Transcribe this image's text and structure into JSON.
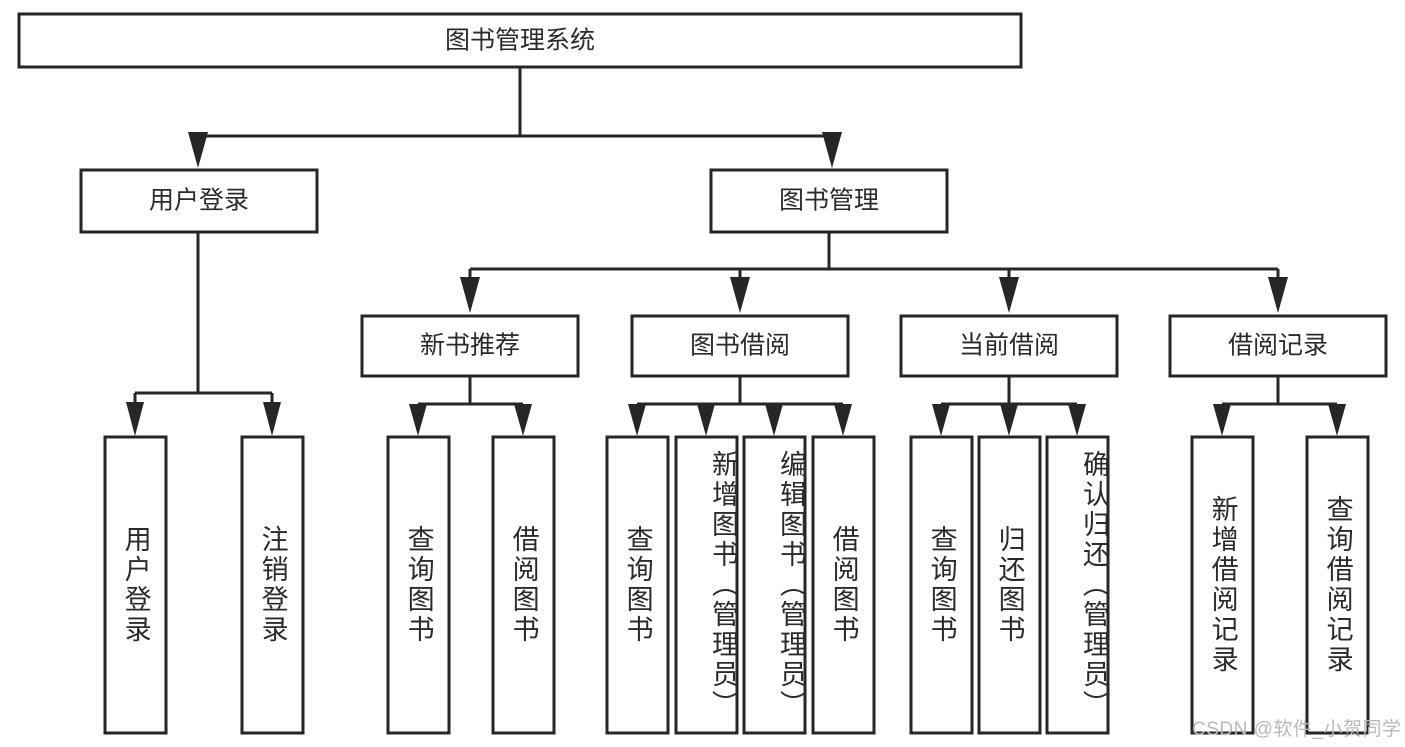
{
  "diagram": {
    "type": "tree-hierarchy",
    "title": "图书管理系统",
    "orientation": "top-down",
    "colors": {
      "box_stroke": "#262626",
      "box_fill": "#ffffff",
      "text": "#2b2b2b",
      "connector": "#262626",
      "background": "#ffffff",
      "watermark": "#b9b9b9"
    },
    "root": {
      "id": "root",
      "label": "图书管理系统",
      "orientation": "horizontal"
    },
    "level2": [
      {
        "id": "user-login",
        "label": "用户登录",
        "orientation": "horizontal"
      },
      {
        "id": "book-manage",
        "label": "图书管理",
        "orientation": "horizontal"
      }
    ],
    "level3": [
      {
        "id": "new-book-recommend",
        "label": "新书推荐",
        "parent": "book-manage",
        "orientation": "horizontal"
      },
      {
        "id": "book-borrow",
        "label": "图书借阅",
        "parent": "book-manage",
        "orientation": "horizontal"
      },
      {
        "id": "current-borrow",
        "label": "当前借阅",
        "parent": "book-manage",
        "orientation": "horizontal"
      },
      {
        "id": "borrow-record",
        "label": "借阅记录",
        "parent": "book-manage",
        "orientation": "horizontal"
      }
    ],
    "leaves": [
      {
        "id": "leaf-user-login",
        "label": "用户登录",
        "parent": "user-login",
        "orientation": "vertical"
      },
      {
        "id": "leaf-user-logout",
        "label": "注销登录",
        "parent": "user-login",
        "orientation": "vertical"
      },
      {
        "id": "leaf-query-book-1",
        "label": "查询图书",
        "parent": "new-book-recommend",
        "orientation": "vertical"
      },
      {
        "id": "leaf-borrow-book-1",
        "label": "借阅图书",
        "parent": "new-book-recommend",
        "orientation": "vertical"
      },
      {
        "id": "leaf-query-book-2",
        "label": "查询图书",
        "parent": "book-borrow",
        "orientation": "vertical"
      },
      {
        "id": "leaf-add-book",
        "label": "新增图书（管理员）",
        "parent": "book-borrow",
        "orientation": "vertical"
      },
      {
        "id": "leaf-edit-book",
        "label": "编辑图书（管理员）",
        "parent": "book-borrow",
        "orientation": "vertical"
      },
      {
        "id": "leaf-borrow-book-2",
        "label": "借阅图书",
        "parent": "book-borrow",
        "orientation": "vertical"
      },
      {
        "id": "leaf-query-book-3",
        "label": "查询图书",
        "parent": "current-borrow",
        "orientation": "vertical"
      },
      {
        "id": "leaf-return-book",
        "label": "归还图书",
        "parent": "current-borrow",
        "orientation": "vertical"
      },
      {
        "id": "leaf-confirm-return",
        "label": "确认归还（管理员）",
        "parent": "current-borrow",
        "orientation": "vertical"
      },
      {
        "id": "leaf-add-record",
        "label": "新增借阅记录",
        "parent": "borrow-record",
        "orientation": "vertical"
      },
      {
        "id": "leaf-query-record",
        "label": "查询借阅记录",
        "parent": "borrow-record",
        "orientation": "vertical"
      }
    ],
    "watermark": "CSDN @软件_小贺同学"
  }
}
